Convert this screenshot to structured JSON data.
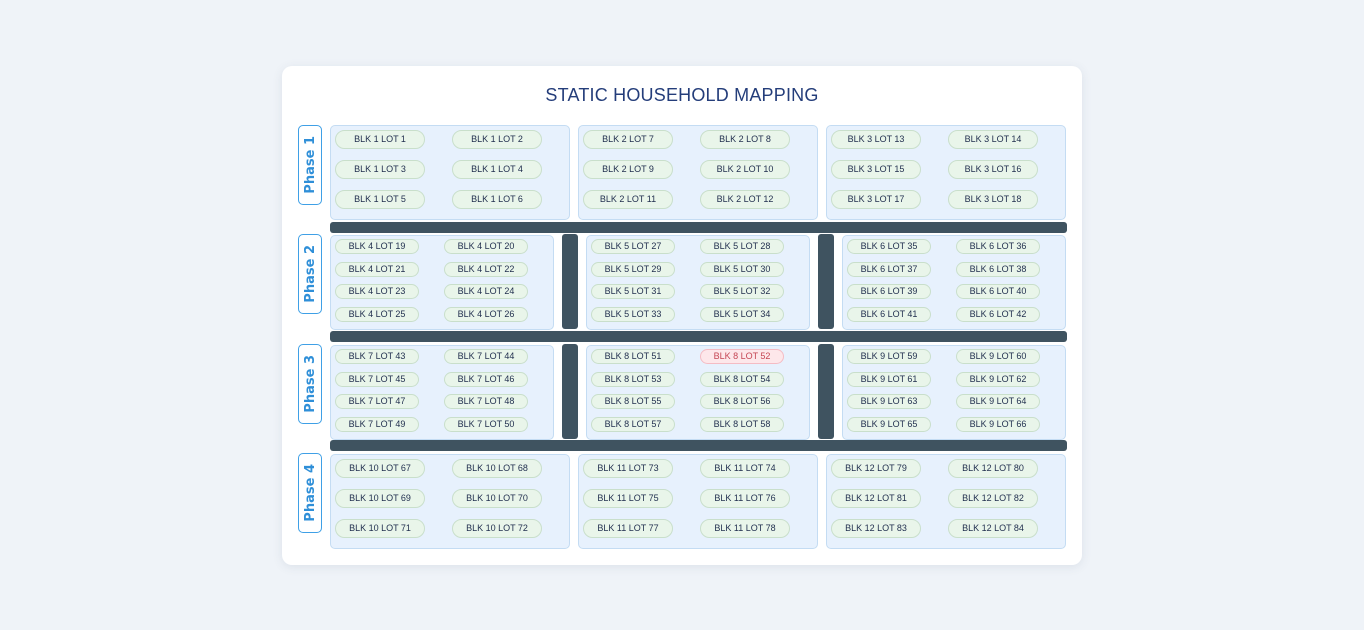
{
  "title": "STATIC HOUSEHOLD MAPPING",
  "colors": {
    "background": "#eff3f8",
    "card": "#ffffff",
    "title": "#243d7a",
    "phase_tab": "#2f8fd8",
    "block": "#e7f1fd",
    "lot": "#e9f5ea",
    "lot_flagged": "#fde7ea",
    "road": "#3f5360"
  },
  "phases": [
    {
      "label": "Phase 1",
      "blocks": [
        {
          "lots": [
            "BLK 1 LOT 1",
            "BLK 1 LOT 2",
            "BLK 1 LOT 3",
            "BLK 1 LOT 4",
            "BLK 1 LOT 5",
            "BLK 1 LOT 6"
          ]
        },
        {
          "lots": [
            "BLK 2 LOT 7",
            "BLK 2 LOT 8",
            "BLK 2 LOT 9",
            "BLK 2 LOT 10",
            "BLK 2 LOT 11",
            "BLK 2 LOT 12"
          ]
        },
        {
          "lots": [
            "BLK 3 LOT 13",
            "BLK 3 LOT 14",
            "BLK 3 LOT 15",
            "BLK 3 LOT 16",
            "BLK 3 LOT 17",
            "BLK 3 LOT 18"
          ]
        }
      ]
    },
    {
      "label": "Phase 2",
      "blocks": [
        {
          "lots": [
            "BLK 4 LOT 19",
            "BLK 4 LOT 20",
            "BLK 4 LOT 21",
            "BLK 4 LOT 22",
            "BLK 4 LOT 23",
            "BLK 4 LOT 24",
            "BLK 4 LOT 25",
            "BLK 4 LOT 26"
          ]
        },
        {
          "lots": [
            "BLK 5 LOT 27",
            "BLK 5 LOT 28",
            "BLK 5 LOT 29",
            "BLK 5 LOT 30",
            "BLK 5 LOT 31",
            "BLK 5 LOT 32",
            "BLK 5 LOT 33",
            "BLK 5 LOT 34"
          ]
        },
        {
          "lots": [
            "BLK 6 LOT 35",
            "BLK 6 LOT 36",
            "BLK 6 LOT 37",
            "BLK 6 LOT 38",
            "BLK 6 LOT 39",
            "BLK 6 LOT 40",
            "BLK 6 LOT 41",
            "BLK 6 LOT 42"
          ]
        }
      ]
    },
    {
      "label": "Phase 3",
      "blocks": [
        {
          "lots": [
            "BLK 7 LOT 43",
            "BLK 7 LOT 44",
            "BLK 7 LOT 45",
            "BLK 7 LOT 46",
            "BLK 7 LOT 47",
            "BLK 7 LOT 48",
            "BLK 7 LOT 49",
            "BLK 7 LOT 50"
          ]
        },
        {
          "lots": [
            "BLK 8 LOT 51",
            "BLK 8 LOT 52",
            "BLK 8 LOT 53",
            "BLK 8 LOT 54",
            "BLK 8 LOT 55",
            "BLK 8 LOT 56",
            "BLK 8 LOT 57",
            "BLK 8 LOT 58"
          ],
          "flagged": [
            "BLK 8 LOT 52"
          ]
        },
        {
          "lots": [
            "BLK 9 LOT 59",
            "BLK 9 LOT 60",
            "BLK 9 LOT 61",
            "BLK 9 LOT 62",
            "BLK 9 LOT 63",
            "BLK 9 LOT 64",
            "BLK 9 LOT 65",
            "BLK 9 LOT 66"
          ]
        }
      ]
    },
    {
      "label": "Phase 4",
      "blocks": [
        {
          "lots": [
            "BLK 10 LOT 67",
            "BLK 10 LOT 68",
            "BLK 10 LOT 69",
            "BLK 10 LOT 70",
            "BLK 10 LOT 71",
            "BLK 10 LOT 72"
          ]
        },
        {
          "lots": [
            "BLK 11 LOT 73",
            "BLK 11 LOT 74",
            "BLK 11 LOT 75",
            "BLK 11 LOT 76",
            "BLK 11 LOT 77",
            "BLK 11 LOT 78"
          ]
        },
        {
          "lots": [
            "BLK 12 LOT 79",
            "BLK 12 LOT 80",
            "BLK 12 LOT 81",
            "BLK 12 LOT 82",
            "BLK 12 LOT 83",
            "BLK 12 LOT 84"
          ]
        }
      ]
    }
  ]
}
